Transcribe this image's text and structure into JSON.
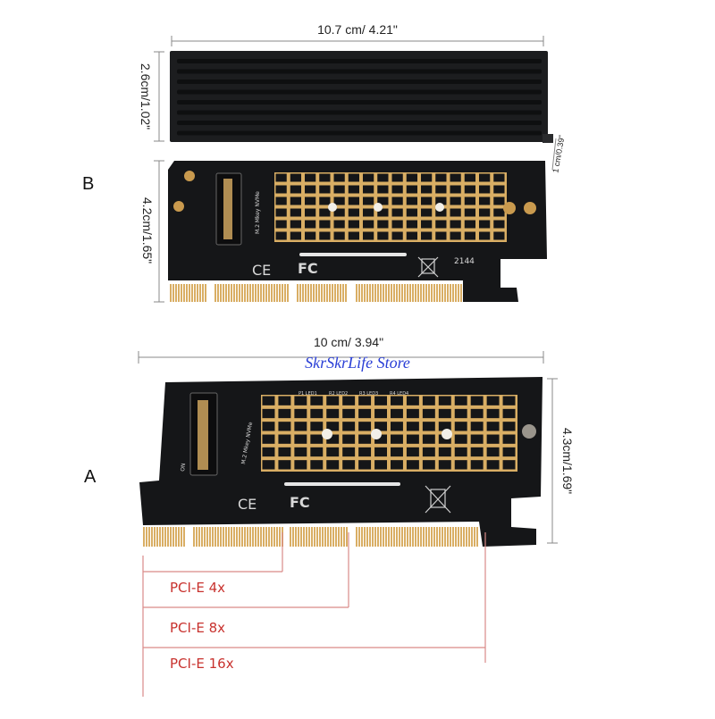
{
  "dimensions": {
    "heatsink_width": "10.7 cm/  4.21\"",
    "heatsink_height": "2.6cm/1.02\"",
    "heatsink_thickness": "1 cm/0.39\"",
    "card_b_height": "4.2cm/1.65\"",
    "card_a_width": "10 cm/  3.94\"",
    "card_a_height": "4.3cm/1.69\""
  },
  "labels": {
    "variant_b": "B",
    "variant_a": "A",
    "watermark": "SkrSkrLife Store",
    "pcie_4x": "PCI-E 4x",
    "pcie_8x": "PCI-E 8x",
    "pcie_16x": "PCI-E 16x"
  },
  "board_marks": {
    "slot_label": "M.2  Mkey NVMe",
    "ce": "CE",
    "fc": "FC",
    "date_code": "2144",
    "on": "ON",
    "leds": [
      "P1 LED1",
      "R2 LED2",
      "R3 LED3",
      "R4 LED4"
    ]
  },
  "colors": {
    "pcb": "#151618",
    "heatsink": "#1c1d1f",
    "gold": "#d9ae64",
    "pci_label": "#c8322e",
    "guide_line": "#d98a88",
    "watermark": "#2a3fd6"
  }
}
